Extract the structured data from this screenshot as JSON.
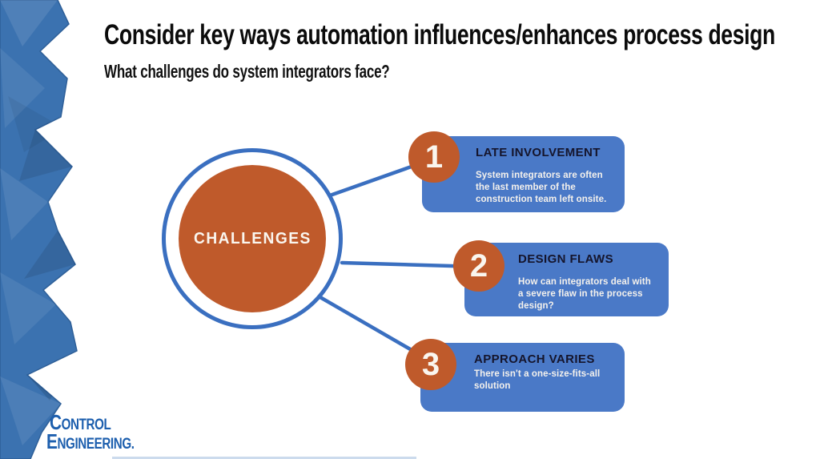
{
  "slide": {
    "title": "Consider key ways automation influences/enhances process design",
    "subtitle": "What challenges do system integrators face?"
  },
  "diagram": {
    "center_label": "CHALLENGES",
    "items": [
      {
        "number": "1",
        "heading": "LATE INVOLVEMENT",
        "body": "System integrators are often the last member of the construction team left onsite."
      },
      {
        "number": "2",
        "heading": "DESIGN FLAWS",
        "body": "How can integrators deal with a severe flaw in the process design?"
      },
      {
        "number": "3",
        "heading": "APPROACH VARIES",
        "body": "There isn't a one-size-fits-all solution"
      }
    ]
  },
  "logo": {
    "line1": "CONTROL",
    "line2": "ENGINEERING."
  },
  "colors": {
    "accent_orange": "#bf5a2b",
    "connector_blue": "#3a6fc0",
    "box_blue": "#4a79c7",
    "band_blue": "#3b72b0",
    "heading_dark": "#15152c",
    "logo_blue": "#1d5fae"
  }
}
